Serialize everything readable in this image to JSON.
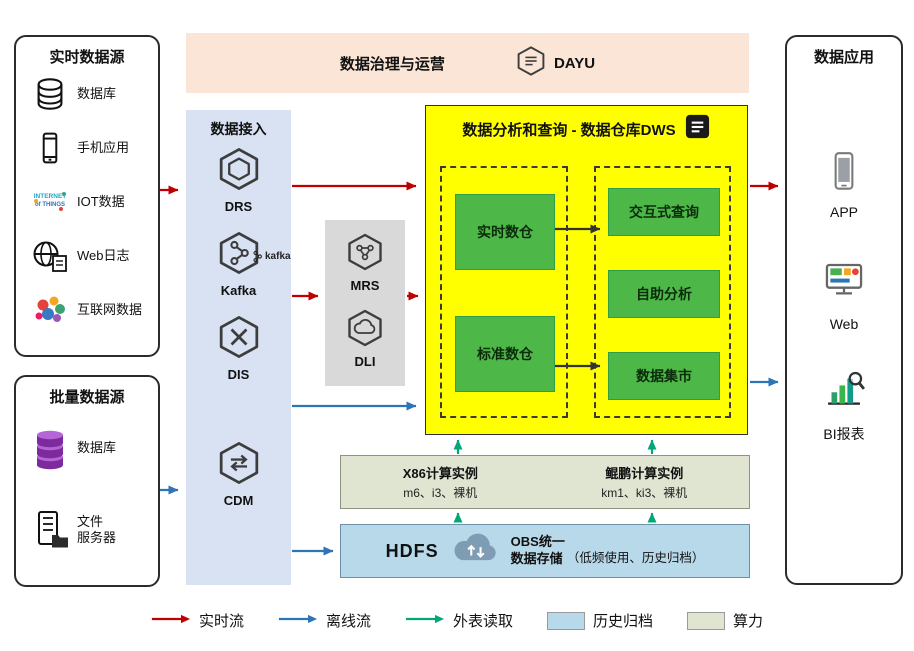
{
  "colors": {
    "realtime_flow": "#c00000",
    "offline_flow": "#2e75b6",
    "external_read": "#00a878",
    "history_archive_bg": "#b8d9ea",
    "compute_power_bg": "#e0e5d2",
    "governance_bg": "#fbe5d6",
    "ingestion_bg": "#d9e2f3",
    "processing_bg": "#d9d9d9",
    "dws_bg": "#ffff00",
    "module_green": "#4db848"
  },
  "realtime_sources": {
    "title": "实时数据源",
    "items": [
      {
        "label": "数据库"
      },
      {
        "label": "手机应用"
      },
      {
        "label": "IOT数据"
      },
      {
        "label": "Web日志"
      },
      {
        "label": "互联网数据"
      }
    ]
  },
  "batch_sources": {
    "title": "批量数据源",
    "items": [
      {
        "label": "数据库"
      },
      {
        "label": "文件\n服务器"
      }
    ]
  },
  "governance": {
    "title": "数据治理与运营",
    "product": "DAYU"
  },
  "ingestion": {
    "title": "数据接入",
    "services": [
      {
        "label": "DRS"
      },
      {
        "label": "Kafka",
        "badge": "kafka"
      },
      {
        "label": "DIS"
      },
      {
        "label": "CDM"
      }
    ]
  },
  "processing": {
    "services": [
      {
        "label": "MRS"
      },
      {
        "label": "DLI"
      }
    ]
  },
  "dws": {
    "title": "数据分析和查询 - 数据仓库DWS",
    "warehouses": [
      {
        "label": "实时数仓"
      },
      {
        "label": "标准数仓"
      }
    ],
    "services": [
      {
        "label": "交互式查询"
      },
      {
        "label": "自助分析"
      },
      {
        "label": "数据集市"
      }
    ]
  },
  "compute": {
    "groups": [
      {
        "title": "X86计算实例",
        "detail": "m6、i3、裸机"
      },
      {
        "title": "鲲鹏计算实例",
        "detail": "km1、ki3、裸机"
      }
    ]
  },
  "storage": {
    "hdfs": "HDFS",
    "obs_line1": "OBS统一",
    "obs_line2": "数据存储",
    "note": "（低频使用、历史归档）"
  },
  "applications": {
    "title": "数据应用",
    "items": [
      {
        "label": "APP"
      },
      {
        "label": "Web"
      },
      {
        "label": "BI报表"
      }
    ]
  },
  "legend": [
    {
      "label": "实时流"
    },
    {
      "label": "离线流"
    },
    {
      "label": "外表读取"
    },
    {
      "label": "历史归档"
    },
    {
      "label": "算力"
    }
  ]
}
